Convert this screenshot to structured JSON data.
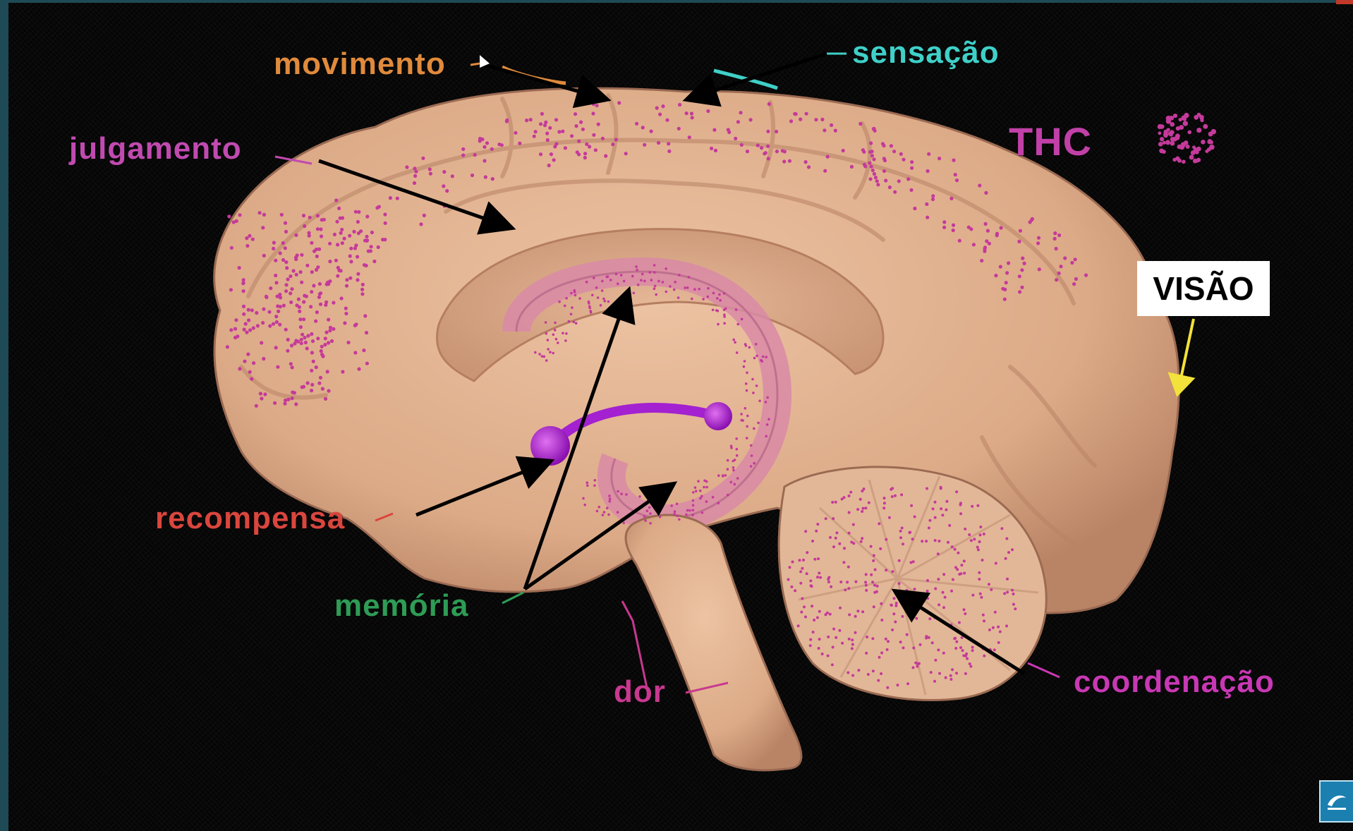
{
  "labels": {
    "movimento": "movimento",
    "sensacao": "sensação",
    "julgamento": "julgamento",
    "thc": "THC",
    "visao": "VISÃO",
    "recompensa": "recompensa",
    "memoria": "memória",
    "dor": "dor",
    "coordenacao": "coordenação"
  },
  "colors": {
    "movimento": "#e08a3c",
    "sensacao": "#3fd0c8",
    "julgamento": "#c04ab0",
    "thc": "#c040a8",
    "recompensa": "#d9463e",
    "memoria": "#2e9c55",
    "dor": "#c8388f",
    "coordenacao": "#c838b4",
    "visao_arrow": "#f2e23a",
    "brain": "#deb08e",
    "dots": "#c43a9a"
  },
  "icons": {
    "logo": "corner-logo-icon",
    "molecule": "thc-molecule-icon"
  }
}
